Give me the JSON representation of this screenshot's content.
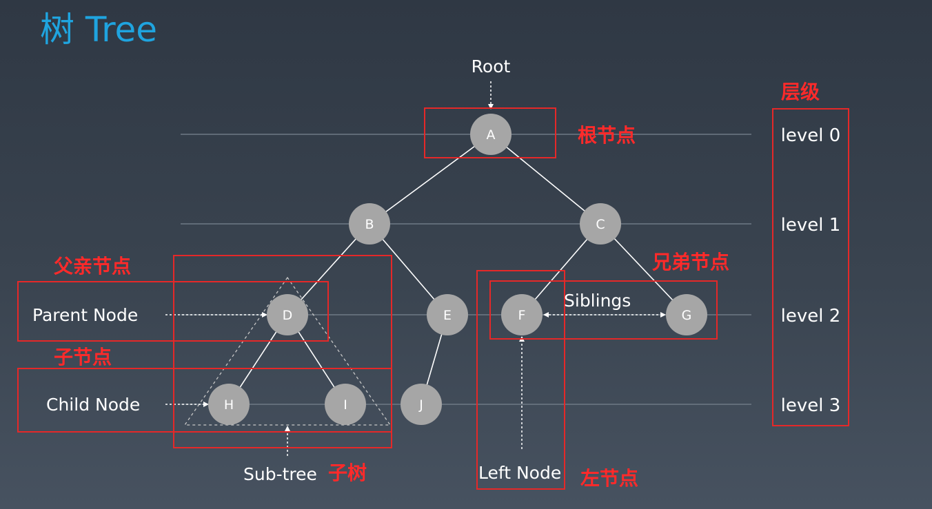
{
  "title": "树 Tree",
  "nodes": {
    "a": "A",
    "b": "B",
    "c": "C",
    "d": "D",
    "e": "E",
    "f": "F",
    "g": "G",
    "h": "H",
    "i": "I",
    "j": "J"
  },
  "labels": {
    "root": "Root",
    "parent_node": "Parent Node",
    "child_node": "Child Node",
    "siblings": "Siblings",
    "sub_tree": "Sub-tree",
    "left_node": "Left Node"
  },
  "annotations": {
    "levels_cn": "层级",
    "root_node_cn": "根节点",
    "parent_node_cn": "父亲节点",
    "child_node_cn": "子节点",
    "sibling_nodes_cn": "兄弟节点",
    "subtree_cn": "子树",
    "left_node_cn": "左节点"
  },
  "levels": [
    "level 0",
    "level 1",
    "level 2",
    "level 3"
  ],
  "colors": {
    "title": "#1fa4df",
    "node_fill": "#a6a6a6",
    "highlight": "#e62828",
    "annotation": "#ff2a2a",
    "text": "#ffffff",
    "level_line": "#6f7a86"
  }
}
